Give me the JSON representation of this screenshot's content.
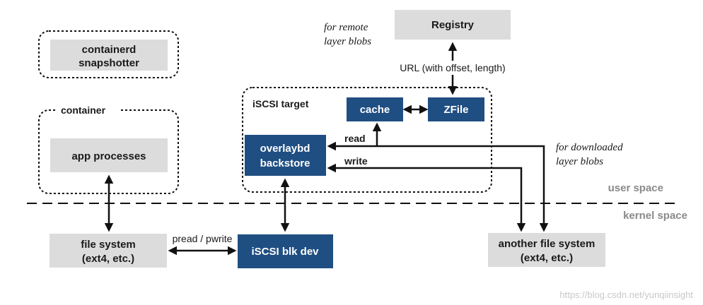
{
  "nodes": {
    "containerd_snapshotter": {
      "line1": "containerd",
      "line2": "snapshotter"
    },
    "container_label": "container",
    "app_processes": "app processes",
    "file_system": {
      "line1": "file system",
      "line2": "(ext4, etc.)"
    },
    "iscsi_target_label": "iSCSI target",
    "cache": "cache",
    "zfile": "ZFile",
    "overlaybd_backstore": {
      "line1": "overlaybd",
      "line2": "backstore"
    },
    "iscsi_blk_dev": "iSCSI blk dev",
    "registry": "Registry",
    "another_file_system": {
      "line1": "another file system",
      "line2": "(ext4, etc.)"
    }
  },
  "edge_labels": {
    "url": "URL (with offset, length)",
    "read": "read",
    "write": "write",
    "pread_pwrite": "pread / pwrite"
  },
  "annotations": {
    "remote_blobs": {
      "line1": "for remote",
      "line2": "layer blobs"
    },
    "downloaded_blobs": {
      "line1": "for downloaded",
      "line2": "layer blobs"
    }
  },
  "spaces": {
    "user": "user space",
    "kernel": "kernel space"
  },
  "watermark": "https://blog.csdn.net/yunqiinsight",
  "colors": {
    "light_box": "#dcdcdc",
    "dark_box": "#1f4e82",
    "line": "#111111",
    "space_text": "#8a8a8a"
  }
}
